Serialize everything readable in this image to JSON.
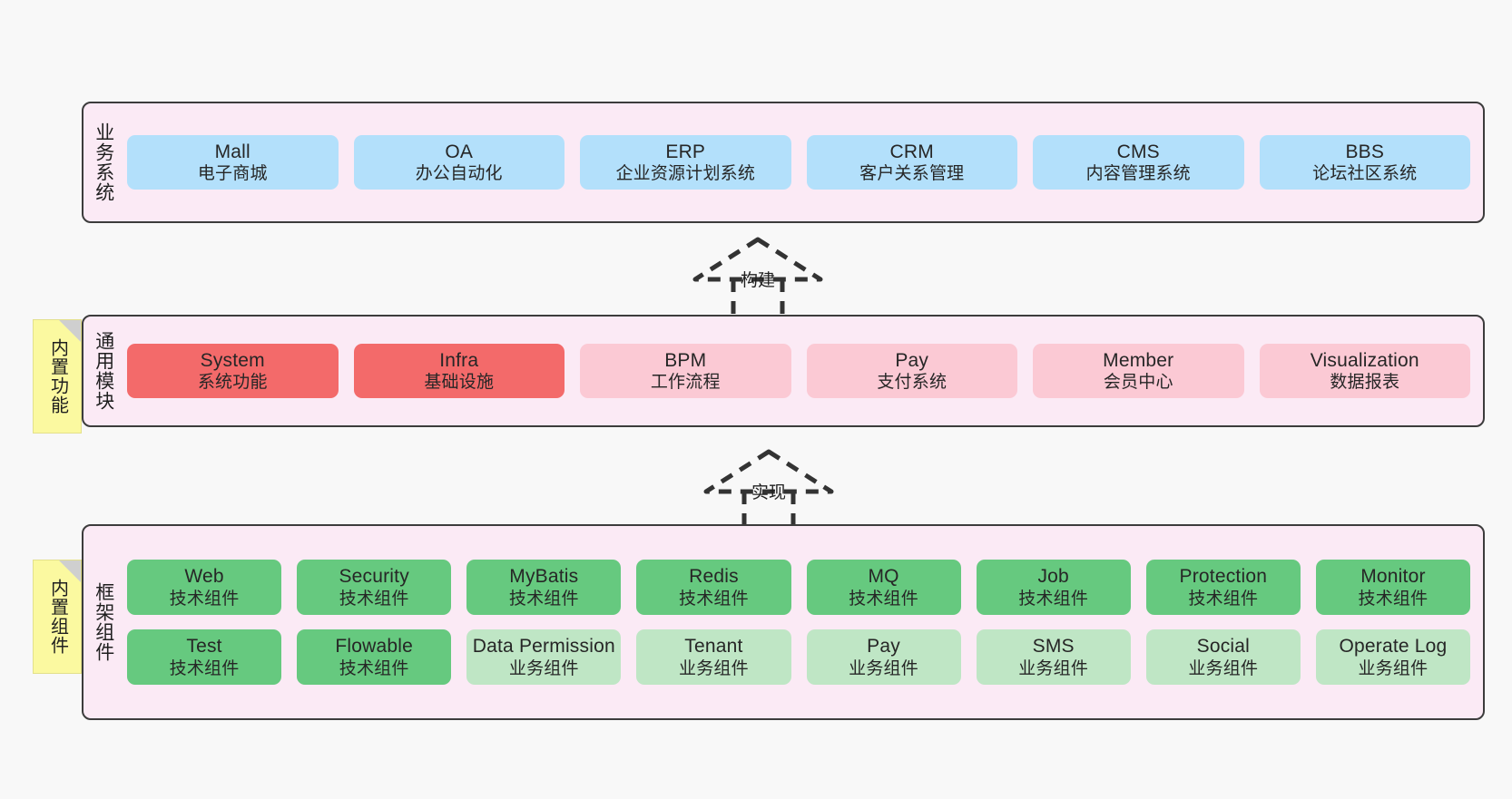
{
  "diagram": {
    "background": "#f8f8f8",
    "layer_fill": "#fbeaf5",
    "layer_border": "#3c3c3c",
    "note_fill": "#fbf9a0"
  },
  "layers": [
    {
      "id": "business-system",
      "title": "业务系统",
      "rows": [
        {
          "nodes": [
            {
              "name": "Mall",
              "sub": "电子商城",
              "color": "#b3e0fb",
              "tone": "blue"
            },
            {
              "name": "OA",
              "sub": "办公自动化",
              "color": "#b3e0fb",
              "tone": "blue"
            },
            {
              "name": "ERP",
              "sub": "企业资源计划系统",
              "color": "#b3e0fb",
              "tone": "blue"
            },
            {
              "name": "CRM",
              "sub": "客户关系管理",
              "color": "#b3e0fb",
              "tone": "blue"
            },
            {
              "name": "CMS",
              "sub": "内容管理系统",
              "color": "#b3e0fb",
              "tone": "blue"
            },
            {
              "name": "BBS",
              "sub": "论坛社区系统",
              "color": "#b3e0fb",
              "tone": "blue"
            }
          ]
        }
      ]
    },
    {
      "id": "common-module",
      "title": "通用模块",
      "note": "内置功能",
      "rows": [
        {
          "nodes": [
            {
              "name": "System",
              "sub": "系统功能",
              "color": "#f36a6a",
              "tone": "redhot"
            },
            {
              "name": "Infra",
              "sub": "基础设施",
              "color": "#f36a6a",
              "tone": "redhot"
            },
            {
              "name": "BPM",
              "sub": "工作流程",
              "color": "#fbc9d4",
              "tone": "pink"
            },
            {
              "name": "Pay",
              "sub": "支付系统",
              "color": "#fbc9d4",
              "tone": "pink"
            },
            {
              "name": "Member",
              "sub": "会员中心",
              "color": "#fbc9d4",
              "tone": "pink"
            },
            {
              "name": "Visualization",
              "sub": "数据报表",
              "color": "#fbc9d4",
              "tone": "pink"
            }
          ]
        }
      ]
    },
    {
      "id": "framework-component",
      "title": "框架组件",
      "note": "内置组件",
      "rows": [
        {
          "nodes": [
            {
              "name": "Web",
              "sub": "技术组件",
              "color": "#66c97f",
              "tone": "green"
            },
            {
              "name": "Security",
              "sub": "技术组件",
              "color": "#66c97f",
              "tone": "green"
            },
            {
              "name": "MyBatis",
              "sub": "技术组件",
              "color": "#66c97f",
              "tone": "green"
            },
            {
              "name": "Redis",
              "sub": "技术组件",
              "color": "#66c97f",
              "tone": "green"
            },
            {
              "name": "MQ",
              "sub": "技术组件",
              "color": "#66c97f",
              "tone": "green"
            },
            {
              "name": "Job",
              "sub": "技术组件",
              "color": "#66c97f",
              "tone": "green"
            },
            {
              "name": "Protection",
              "sub": "技术组件",
              "color": "#66c97f",
              "tone": "green"
            },
            {
              "name": "Monitor",
              "sub": "技术组件",
              "color": "#66c97f",
              "tone": "green"
            }
          ]
        },
        {
          "nodes": [
            {
              "name": "Test",
              "sub": "技术组件",
              "color": "#66c97f",
              "tone": "green"
            },
            {
              "name": "Flowable",
              "sub": "技术组件",
              "color": "#66c97f",
              "tone": "green"
            },
            {
              "name": "Data Permission",
              "sub": "业务组件",
              "color": "#bfe6c5",
              "tone": "lgreen"
            },
            {
              "name": "Tenant",
              "sub": "业务组件",
              "color": "#bfe6c5",
              "tone": "lgreen"
            },
            {
              "name": "Pay",
              "sub": "业务组件",
              "color": "#bfe6c5",
              "tone": "lgreen"
            },
            {
              "name": "SMS",
              "sub": "业务组件",
              "color": "#bfe6c5",
              "tone": "lgreen"
            },
            {
              "name": "Social",
              "sub": "业务组件",
              "color": "#bfe6c5",
              "tone": "lgreen"
            },
            {
              "name": "Operate Log",
              "sub": "业务组件",
              "color": "#bfe6c5",
              "tone": "lgreen"
            }
          ]
        }
      ]
    }
  ],
  "connectors": [
    {
      "id": "build",
      "label": "构建",
      "from": "common-module",
      "to": "business-system"
    },
    {
      "id": "implement",
      "label": "实现",
      "from": "framework-component",
      "to": "common-module"
    }
  ]
}
